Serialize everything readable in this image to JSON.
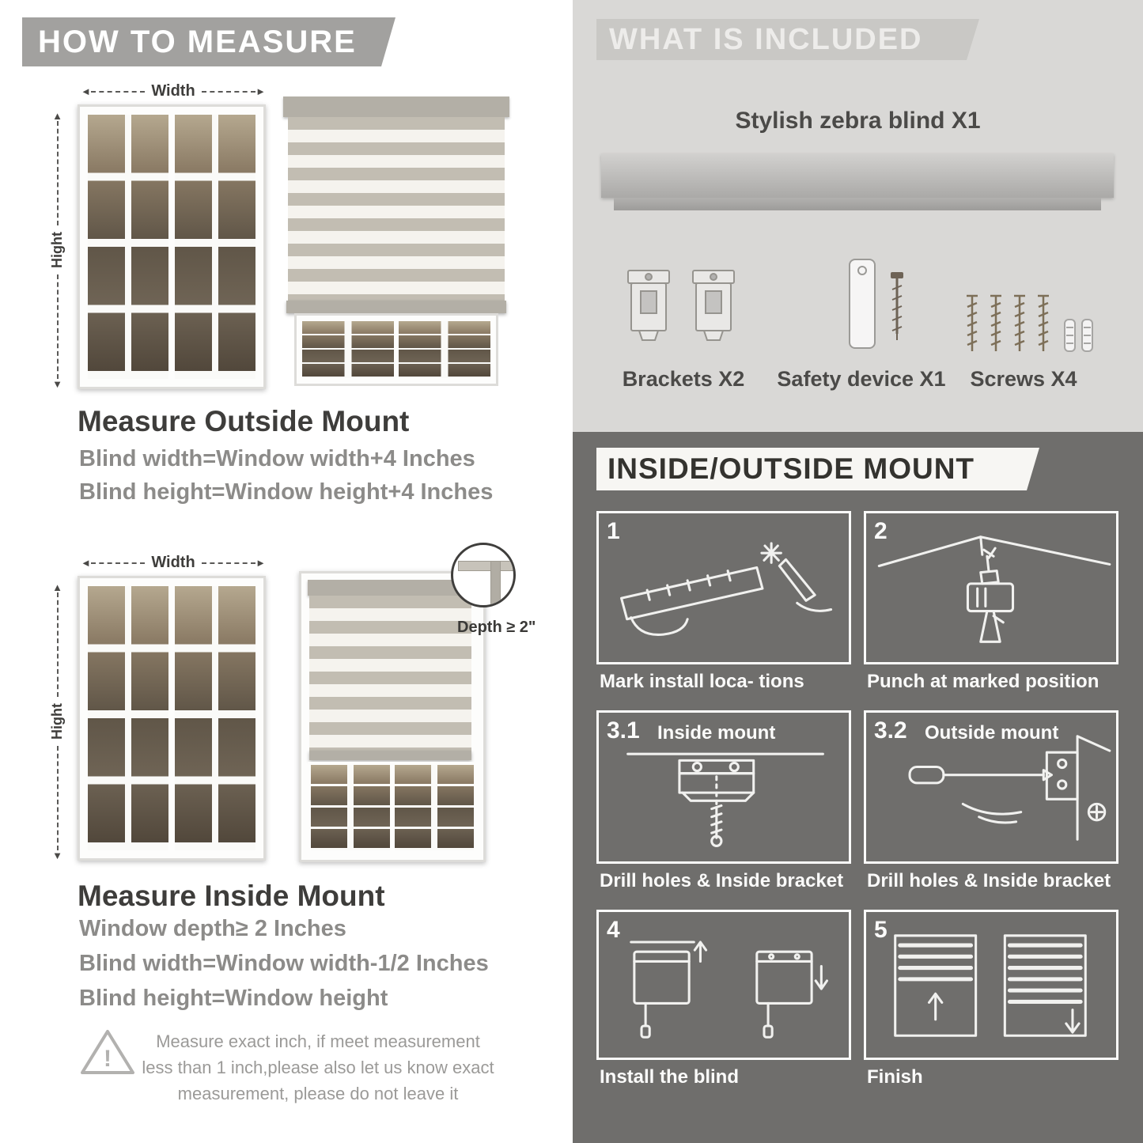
{
  "colors": {
    "banner_gray": "#a2a19f",
    "included_bg": "#d9d8d6",
    "mount_bg": "#6f6e6c",
    "text_dark": "#3e3d3b",
    "text_gray": "#8c8b89",
    "blind_stripe_gray": "#c2bdb2",
    "blind_stripe_sheer": "#f5f3ee"
  },
  "how_to_measure": {
    "header": "HOW TO MEASURE",
    "outside": {
      "width_label": "Width",
      "height_label": "Hight",
      "title": "Measure Outside Mount",
      "lines": [
        "Blind width=Window width+4 Inches",
        "Blind height=Window height+4 Inches"
      ]
    },
    "inside": {
      "width_label": "Width",
      "height_label": "Hight",
      "depth_label": "Depth ≥ 2\"",
      "title": "Measure Inside Mount",
      "lines": [
        "Window depth≥ 2 Inches",
        "Blind width=Window width-1/2 Inches",
        "Blind height=Window height"
      ]
    },
    "warning_text": "Measure exact inch, if meet measurement less than 1 inch,please also let us know exact measurement, please do not leave it"
  },
  "included": {
    "header": "WHAT IS INCLUDED",
    "blind_label": "Stylish zebra blind X1",
    "items": [
      {
        "label": "Brackets X2"
      },
      {
        "label": "Safety device X1"
      },
      {
        "label": "Screws X4"
      }
    ]
  },
  "mount_steps": {
    "header": "INSIDE/OUTSIDE MOUNT",
    "steps": [
      {
        "num": "1",
        "title": "",
        "caption": "Mark install loca- tions"
      },
      {
        "num": "2",
        "title": "",
        "caption": "Punch at  marked position"
      },
      {
        "num": "3.1",
        "title": "Inside mount",
        "caption": "Drill holes &  Inside bracket"
      },
      {
        "num": "3.2",
        "title": "Outside mount",
        "caption": "Drill holes &  Inside bracket"
      },
      {
        "num": "4",
        "title": "",
        "caption": "Install the blind"
      },
      {
        "num": "5",
        "title": "",
        "caption": "Finish"
      }
    ]
  }
}
